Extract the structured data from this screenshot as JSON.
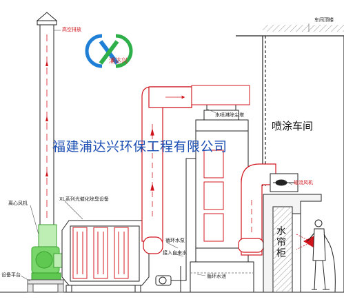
{
  "logo": {
    "glyph": "X",
    "text": "浦达兴",
    "colors": {
      "ring_left": "#1f7fd6",
      "ring_right": "#2eaf49",
      "text": "#cc2222"
    }
  },
  "banner": {
    "text": "福建浦达兴环保工程有限公司",
    "color": "#1c4fb4"
  },
  "labels": {
    "high_exhaust": "高空排放",
    "workshop_roof": "车间顶楼",
    "spray_tower": "水喷淋除尘塔",
    "paint_workshop": "喷涂车间",
    "catalytic_device": "XL系列光催化除臭设备",
    "centrifugal_fan": "离心风机",
    "equipment_platform": "设备平台",
    "circulating_pump": "循环水泵",
    "tap_water_inlet": "接入自来水",
    "circulating_pool": "循环水池",
    "axial_fan": "轴流风机",
    "water_curtain": "水帘柜"
  },
  "colors": {
    "duct": "#d0141c",
    "fan": "#46b83c",
    "line": "#222222",
    "hatch": "#9a9a9a"
  }
}
